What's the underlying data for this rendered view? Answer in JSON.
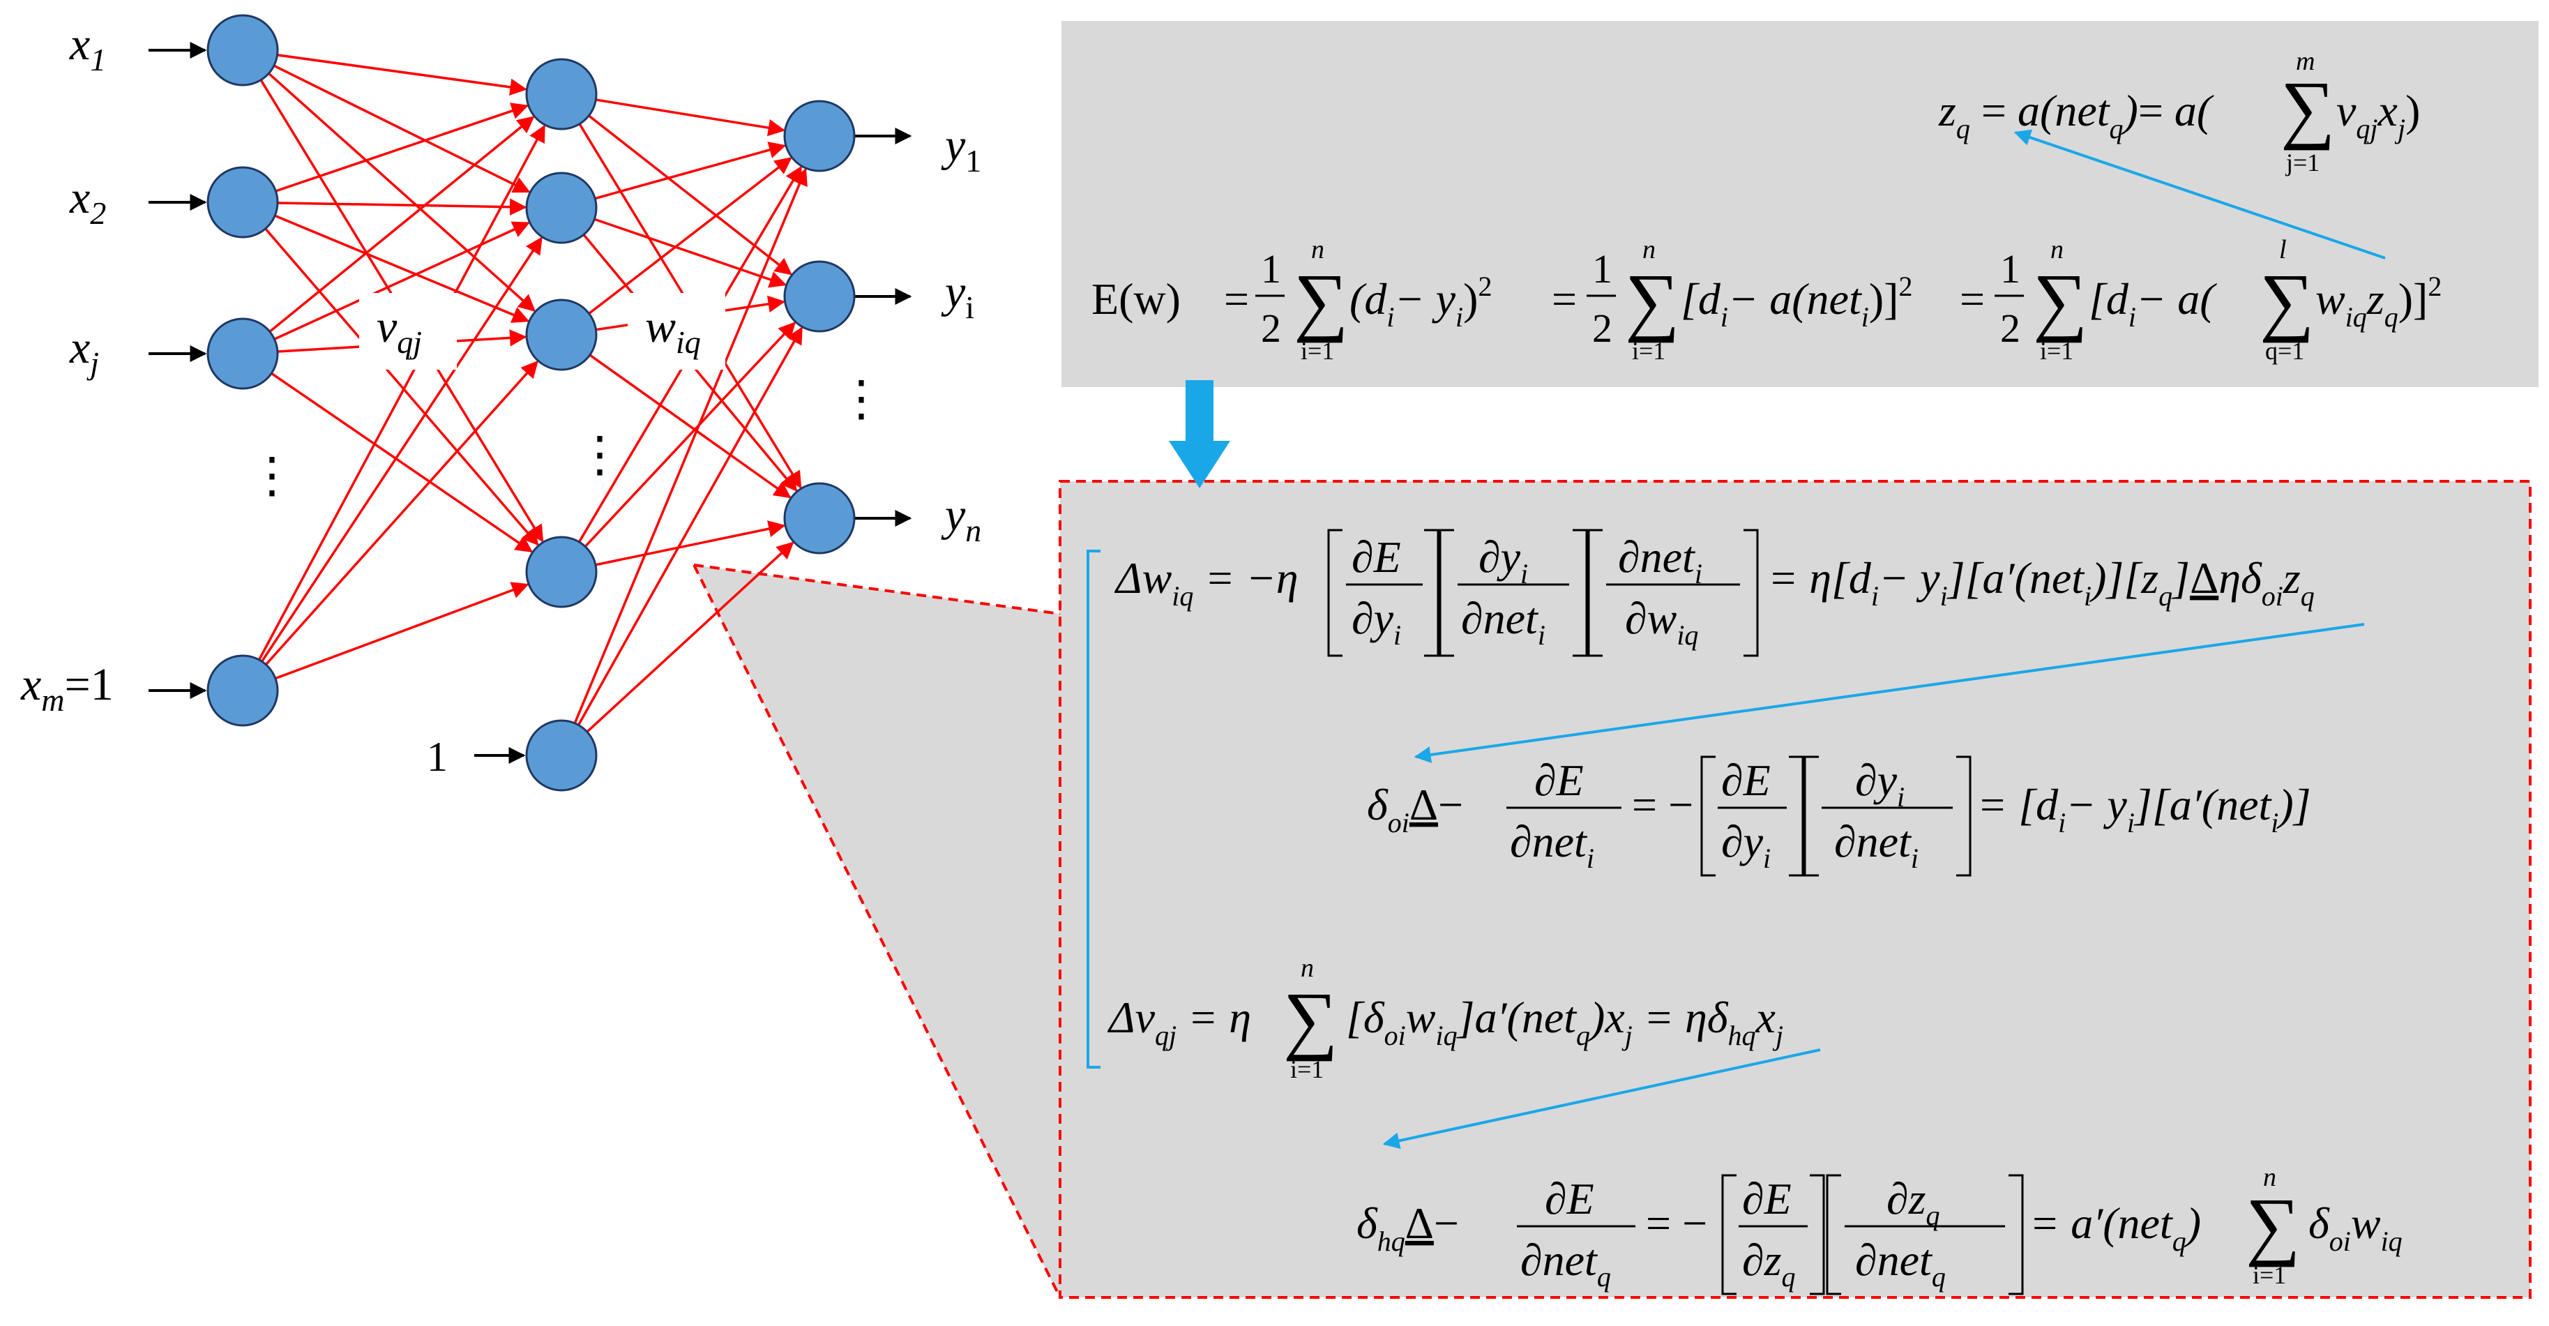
{
  "colors": {
    "node_fill": "#5b9bd5",
    "node_stroke": "#1f3864",
    "edge": "#ff0000",
    "panel_bg": "#d9d9d9",
    "accent_blue": "#1aa7e8",
    "dashed_border": "#ff0000"
  },
  "network": {
    "inputs": [
      {
        "base": "x",
        "sub": "1"
      },
      {
        "base": "x",
        "sub": "2"
      },
      {
        "base": "x",
        "sub": "j"
      },
      {
        "base": "x",
        "sub": "m",
        "suffix": "=1"
      }
    ],
    "outputs": [
      {
        "base": "y",
        "sub": "1"
      },
      {
        "base": "y",
        "sub": "i"
      },
      {
        "base": "y",
        "sub": "n"
      }
    ],
    "hidden_bias_label": "1",
    "dots": "⋮",
    "weight_input_hidden": {
      "base": "v",
      "sub": "qj"
    },
    "weight_hidden_output": {
      "base": "w",
      "sub": "iq"
    }
  },
  "equations": {
    "z_q": {
      "lhs": "z",
      "lhs_sub": "q",
      "a1": "a(net",
      "a1_sub": "q",
      "a1_close": ")",
      "eq": "=",
      "a2": "a(",
      "sum_top": "m",
      "sum_bottom": "j=1",
      "term": "v",
      "term_sub": "qj",
      "term2": "x",
      "term2_sub": "j",
      "close": ")"
    },
    "E": {
      "lhs": "E(w)",
      "half": [
        "1",
        "2"
      ],
      "sum_top": "n",
      "sum_bottom": "i=1",
      "t1": "(d",
      "t1_sub": "i",
      "t1b": "− y",
      "t1b_sub": "i",
      "t1c": ")",
      "sq": "2",
      "t2": "[d",
      "t2_sub": "i",
      "t2b": "− a(net",
      "t2b_sub": "i",
      "t2c": ")]",
      "t3": "[d",
      "t3_sub": "i",
      "t3b": "− a(",
      "inner_sum_top": "l",
      "inner_sum_bottom": "q=1",
      "t3c": "w",
      "t3c_sub": "iq",
      "t3d": "z",
      "t3d_sub": "q",
      "t3e": ")]"
    },
    "dw": {
      "lhs": "Δw",
      "lhs_sub": "iq",
      "neg_eta": "= −η",
      "f1_num": "∂E",
      "f1_den": "∂y",
      "f1_den_sub": "i",
      "f2_num": "∂y",
      "f2_num_sub": "i",
      "f2_den": "∂net",
      "f2_den_sub": "i",
      "f3_num": "∂net",
      "f3_num_sub": "i",
      "f3_den": "∂w",
      "f3_den_sub": "iq",
      "rhs1": "= η[d",
      "rhs1_sub": "i",
      "rhs2": "− y",
      "rhs2_sub": "i",
      "rhs3": "][a′(net",
      "rhs3_sub": "i",
      "rhs4": ")][z",
      "rhs4_sub": "q",
      "rhs5": "]",
      "def": "Δ",
      "rhs6": "ηδ",
      "rhs6_sub": "oi",
      "rhs7": "z",
      "rhs7_sub": "q"
    },
    "delta_o": {
      "lhs": "δ",
      "lhs_sub": "oi",
      "def": "Δ",
      "minus": "−",
      "f1_num": "∂E",
      "f1_den": "∂net",
      "f1_den_sub": "i",
      "eq_neg": "= −",
      "f2_num": "∂E",
      "f2_den": "∂y",
      "f2_den_sub": "i",
      "f3_num": "∂y",
      "f3_num_sub": "i",
      "f3_den": "∂net",
      "f3_den_sub": "i",
      "rhs1": "= [d",
      "rhs1_sub": "i",
      "rhs2": "− y",
      "rhs2_sub": "i",
      "rhs3": "][a′(net",
      "rhs3_sub": "i",
      "rhs4": ")]"
    },
    "dv": {
      "lhs": "Δv",
      "lhs_sub": "qj",
      "eq": "= η",
      "sum_top": "n",
      "sum_bottom": "i=1",
      "t1": "[δ",
      "t1_sub": "oi",
      "t2": "w",
      "t2_sub": "iq",
      "t3": "]a′(net",
      "t3_sub": "q",
      "t4": ")x",
      "t4_sub": "j",
      "t5": "= ηδ",
      "t5_sub": "hq",
      "t6": "x",
      "t6_sub": "j"
    },
    "delta_h": {
      "lhs": "δ",
      "lhs_sub": "hq",
      "def": "Δ",
      "minus": "−",
      "f1_num": "∂E",
      "f1_den": "∂net",
      "f1_den_sub": "q",
      "eq_neg": "= −",
      "f2_num": "∂E",
      "f2_den": "∂z",
      "f2_den_sub": "q",
      "f3_num": "∂z",
      "f3_num_sub": "q",
      "f3_den": "∂net",
      "f3_den_sub": "q",
      "rhs1": "= a′(net",
      "rhs1_sub": "q",
      "rhs2": ")",
      "sum_top": "n",
      "sum_bottom": "i=1",
      "rhs3": "δ",
      "rhs3_sub": "oi",
      "rhs4": "w",
      "rhs4_sub": "iq"
    }
  }
}
